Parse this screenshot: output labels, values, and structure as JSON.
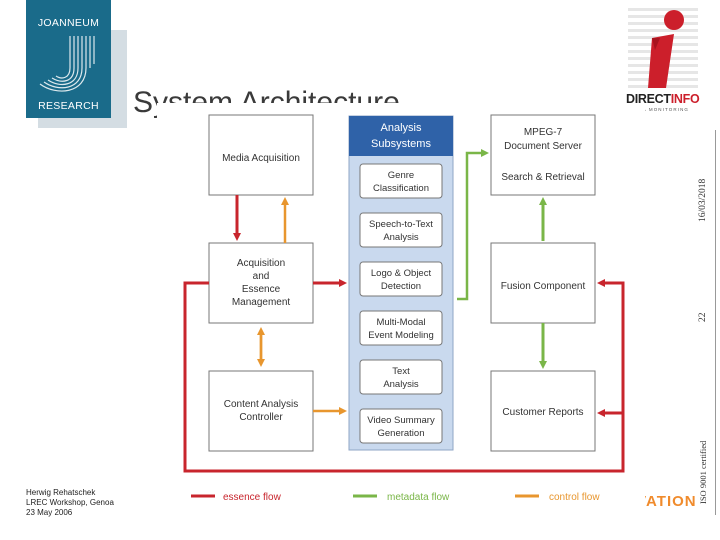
{
  "header": {
    "title": "System Architecture"
  },
  "logos": {
    "joanneum_top": "JOANNEUM",
    "joanneum_bottom": "RESEARCH",
    "directinfo_a": "DIRECT",
    "directinfo_b": "INFO",
    "directinfo_sub": "MEDIA MONITORING"
  },
  "sidebar": {
    "date": "16/03/2018",
    "page": "22",
    "iso": "ISO 9001 certified"
  },
  "footer": {
    "author_line1": "Herwig Rehatschek",
    "author_line2": "LREC Workshop, Genoa",
    "author_line3": "23 May 2006",
    "strip_text": "DIRECTION OF INNOVATION"
  },
  "colors": {
    "essence": "#c8252d",
    "metadata": "#7ab648",
    "control": "#e8962e",
    "subsys_header": "#2f62a8",
    "subsys_fill": "#c9d9ee"
  },
  "diagram": {
    "left_boxes": {
      "media_acquisition": "Media Acquisition",
      "acq_l1": "Acquisition",
      "acq_l2": "and",
      "acq_l3": "Essence",
      "acq_l4": "Management",
      "cac_l1": "Content Analysis",
      "cac_l2": "Controller"
    },
    "subsystems": {
      "header_l1": "Analysis",
      "header_l2": "Subsystems",
      "items": [
        {
          "l1": "Genre",
          "l2": "Classification"
        },
        {
          "l1": "Speech-to-Text",
          "l2": "Analysis"
        },
        {
          "l1": "Logo & Object",
          "l2": "Detection"
        },
        {
          "l1": "Multi-Modal",
          "l2": "Event Modeling"
        },
        {
          "l1": "Text",
          "l2": "Analysis"
        },
        {
          "l1": "Video Summary",
          "l2": "Generation"
        }
      ]
    },
    "right_boxes": {
      "mpeg_l1": "MPEG-7",
      "mpeg_l2": "Document Server",
      "mpeg_l3": "Search & Retrieval",
      "fusion": "Fusion Component",
      "reports": "Customer Reports"
    },
    "legend": {
      "essence": "essence flow",
      "metadata": "metadata flow",
      "control": "control flow"
    }
  }
}
